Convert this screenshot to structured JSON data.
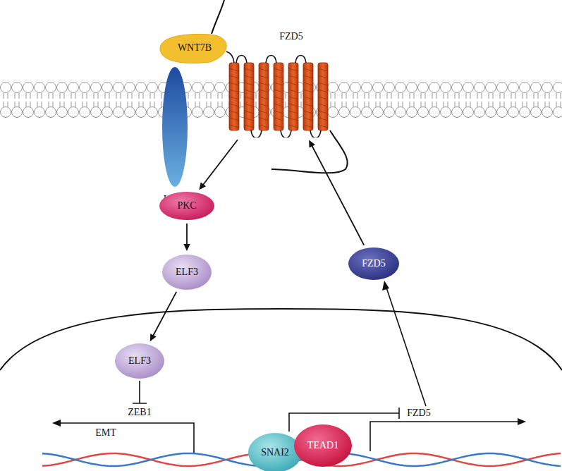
{
  "diagram": {
    "nodes": [
      {
        "text": [
          "WNT7B"
        ]
      },
      {
        "text": [
          "LRP5"
        ]
      },
      {
        "text": [
          "FZD5"
        ]
      },
      {
        "text": [
          "PKC"
        ]
      },
      {
        "text": [
          "ELF3"
        ]
      },
      {
        "text": [
          "FZD5"
        ]
      },
      {
        "text": [
          "ELF3"
        ]
      },
      {
        "text": [
          "SNAI2"
        ]
      },
      {
        "text": [
          "TEAD1"
        ]
      }
    ],
    "edges": [
      {
        "from": 2,
        "to": 3,
        "arrow": "to"
      },
      {
        "from": 3,
        "to": 4,
        "arrow": "to"
      },
      {
        "from": 4,
        "to": 6,
        "arrow": "to"
      },
      {
        "from": 5,
        "to": 2,
        "arrow": "to"
      }
    ],
    "labels": [
      "ZEB1",
      "EMT",
      "FZD5"
    ]
  }
}
